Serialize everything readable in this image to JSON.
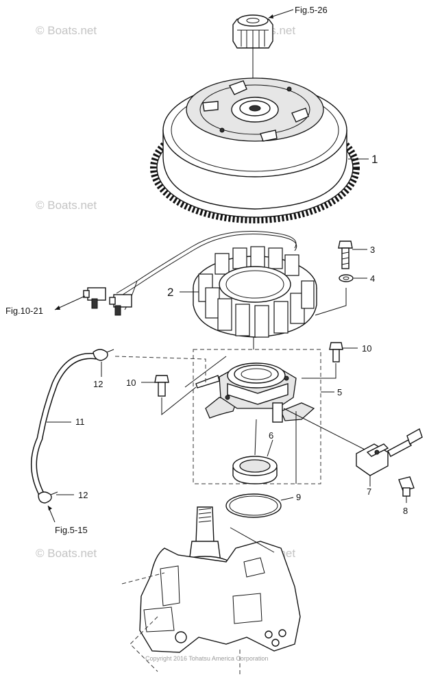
{
  "watermark": "© Boats.net",
  "copyright": "Copyright 2016 Tohatsu America Corporation",
  "references": {
    "fig_5_26": "Fig.5-26",
    "fig_10_21": "Fig.10-21",
    "fig_5_15": "Fig.5-15"
  },
  "callouts": {
    "p1": "1",
    "p2": "2",
    "p3": "3",
    "p4": "4",
    "p5": "5",
    "p6": "6",
    "p7": "7",
    "p8": "8",
    "p9": "9",
    "p10_right": "10",
    "p10_left": "10",
    "p11": "11",
    "p12_top": "12",
    "p12_bottom": "12"
  }
}
